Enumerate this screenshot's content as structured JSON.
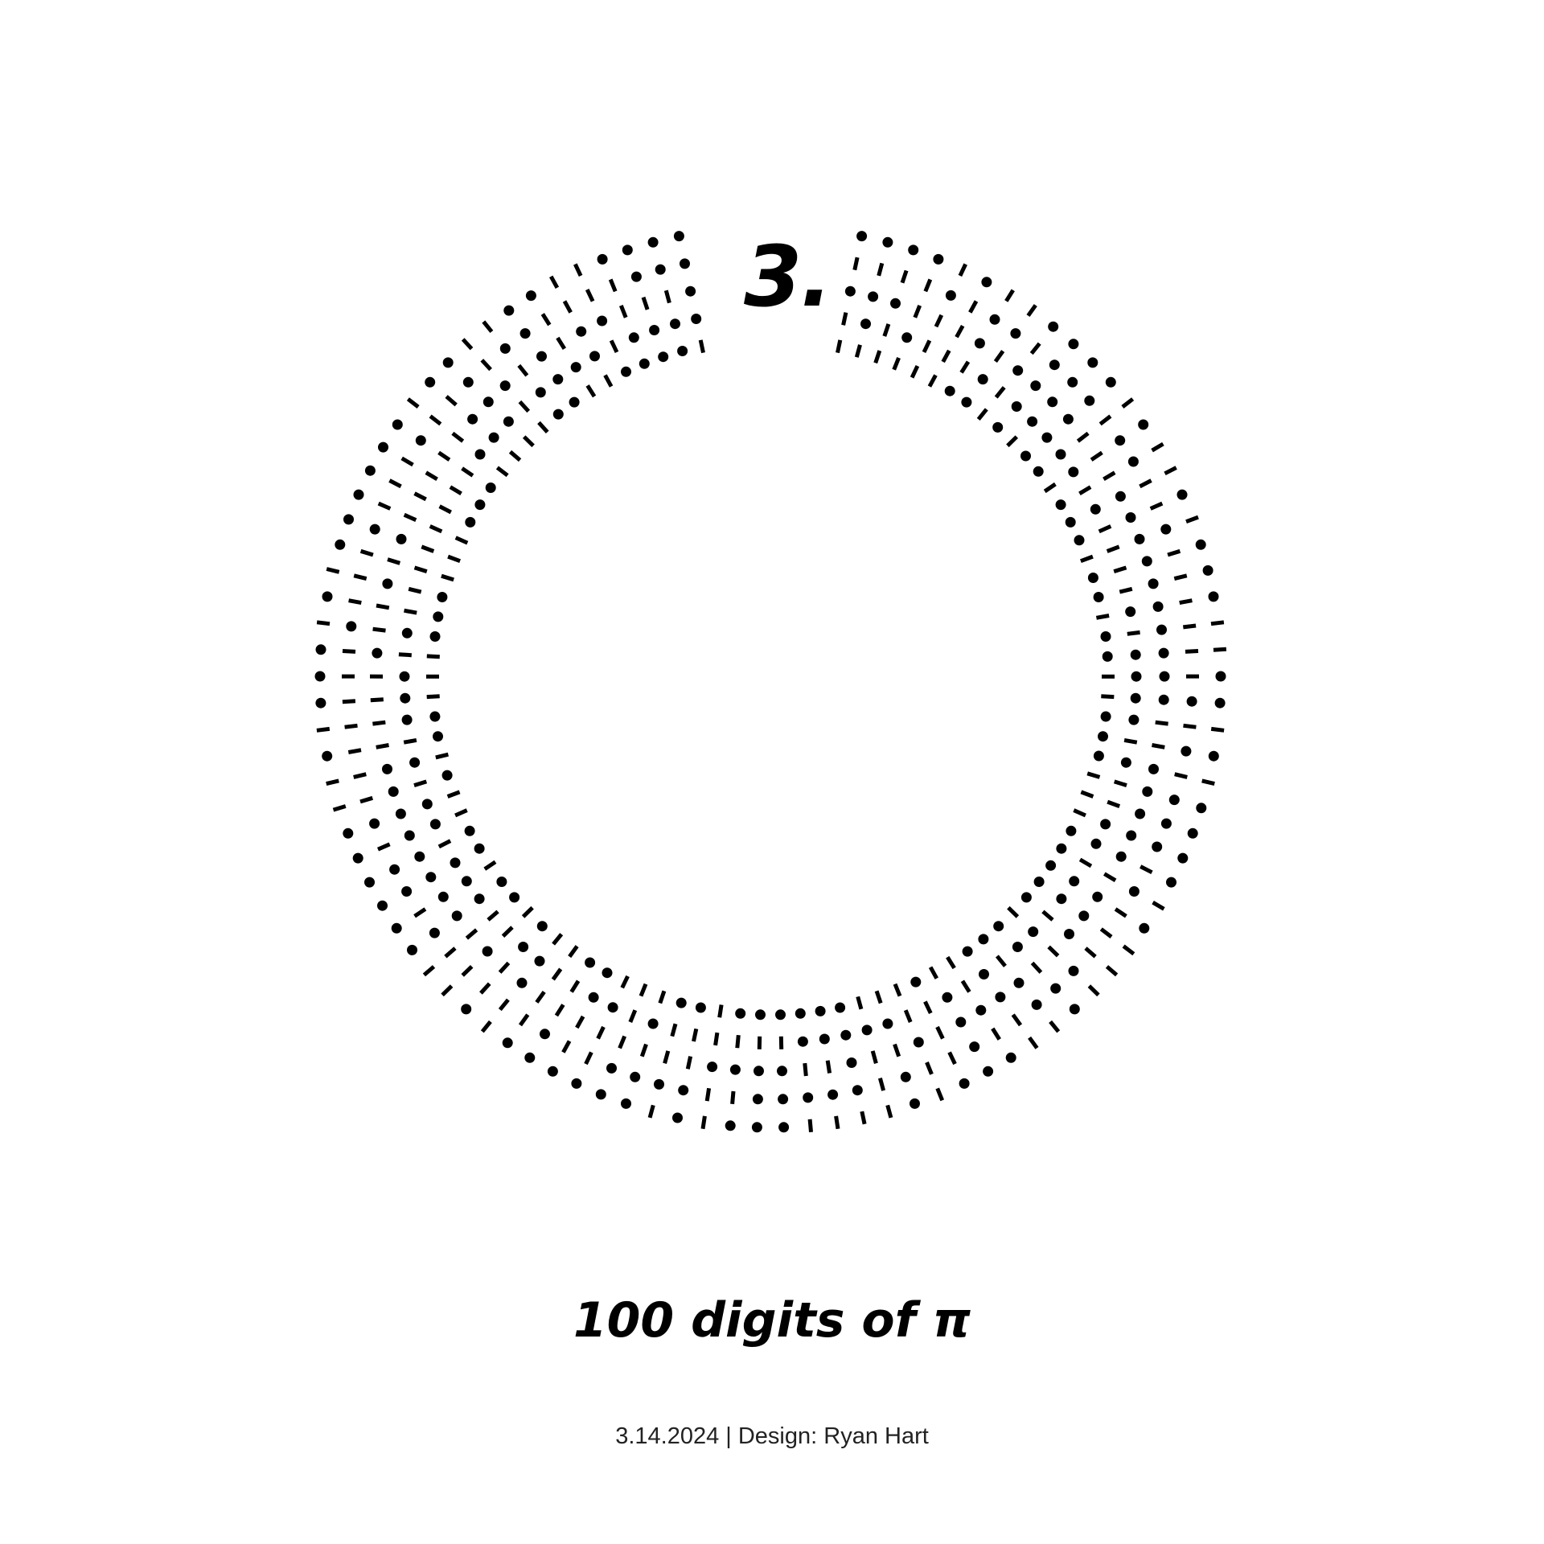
{
  "prefix": "3.",
  "title": "100 digits of π",
  "credit": "3.14.2024 | Design: Ryan Hart",
  "colors": {
    "background": "#ffffff",
    "ink": "#000000"
  },
  "rings": 5
}
